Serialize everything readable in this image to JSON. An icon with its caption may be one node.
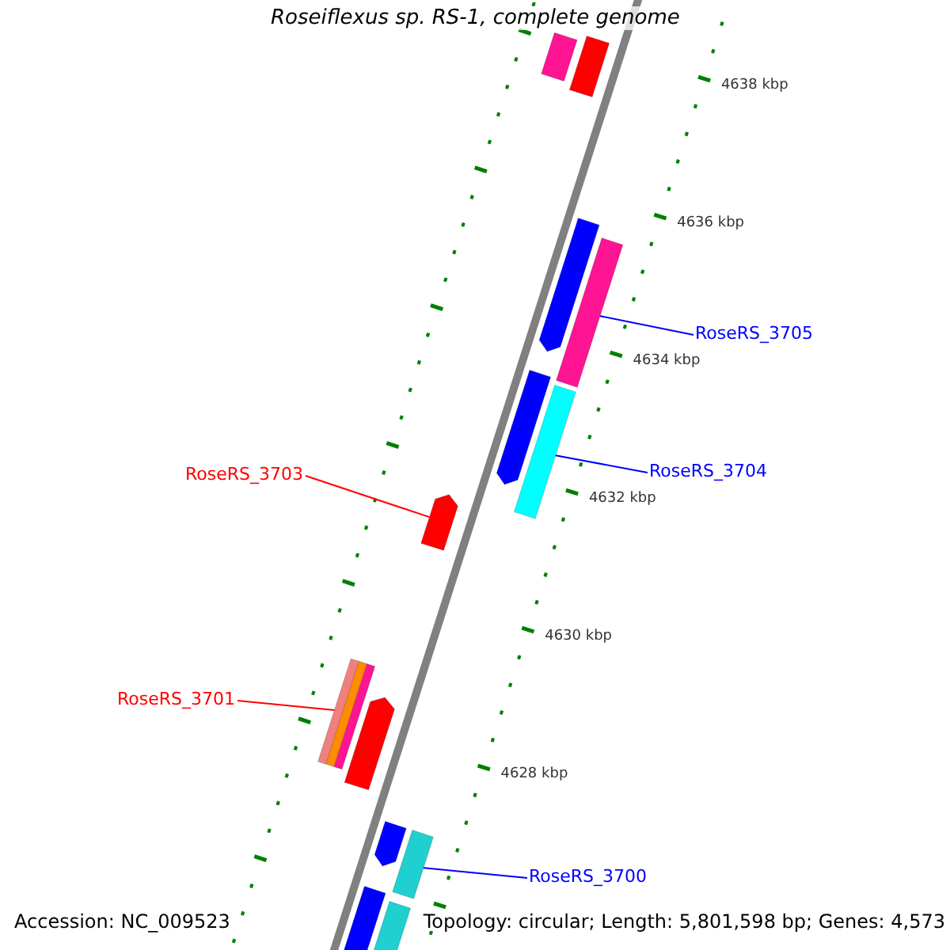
{
  "diagram": {
    "title": "Roseiflexus sp. RS-1, complete genome",
    "nodes": [
      {
        "text": [],
        "shape": "bar"
      },
      {
        "text": [],
        "shape": "bar"
      },
      {
        "text": [],
        "shape": "bar"
      },
      {
        "text": [
          "RoseRS_3705"
        ]
      },
      {
        "text": [],
        "shape": "bar"
      },
      {
        "text": [],
        "shape": "bar"
      },
      {
        "text": [
          "RoseRS_3704"
        ]
      },
      {
        "text": [],
        "shape": "bar"
      },
      {
        "text": [
          "RoseRS_3703"
        ]
      },
      {
        "text": [],
        "shape": "bar"
      },
      {
        "text": [
          "RoseRS_3701"
        ]
      },
      {
        "text": [],
        "shape": "bar"
      },
      {
        "text": [],
        "shape": "bar"
      },
      {
        "text": [],
        "shape": "bar"
      },
      {
        "text": [
          "RoseRS_3700"
        ]
      },
      {
        "text": [],
        "shape": "bar"
      },
      {
        "text": [],
        "shape": "bar"
      },
      {
        "text": [],
        "shape": "bar"
      }
    ],
    "edges": [
      {
        "from": 3,
        "to": 4,
        "arrow": "none"
      },
      {
        "from": 6,
        "to": 7,
        "arrow": "none"
      },
      {
        "from": 8,
        "to": 9,
        "arrow": "none",
        "color": "#ff0000"
      },
      {
        "from": 10,
        "to": 11,
        "arrow": "none",
        "color": "#ff0000"
      },
      {
        "from": 14,
        "to": 15,
        "arrow": "none"
      }
    ],
    "labels": [
      "4638 kbp",
      "4636 kbp",
      "4634 kbp",
      "4632 kbp",
      "4630 kbp",
      "4628 kbp",
      "Accession: NC_009523",
      "Topology: circular; Length: 5,801,598 bp; Genes: 4,573"
    ]
  }
}
